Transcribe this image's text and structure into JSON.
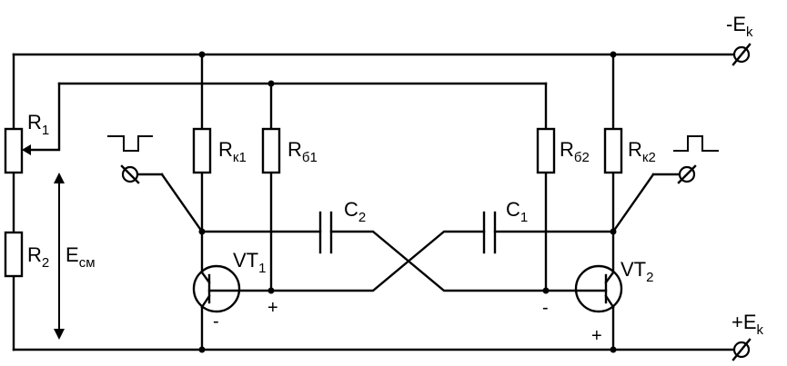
{
  "supply": {
    "neg_main": "-E",
    "neg_sub": "k",
    "pos_main": "+E",
    "pos_sub": "k"
  },
  "resistors": {
    "r1_main": "R",
    "r1_sub": "1",
    "r2_main": "R",
    "r2_sub": "2",
    "rk1_main": "R",
    "rk1_sub": "к1",
    "rb1_main": "R",
    "rb1_sub": "б1",
    "rb2_main": "R",
    "rb2_sub": "б2",
    "rk2_main": "R",
    "rk2_sub": "к2"
  },
  "capacitors": {
    "c1_main": "C",
    "c1_sub": "1",
    "c2_main": "C",
    "c2_sub": "2"
  },
  "transistors": {
    "vt1_main": "VT",
    "vt1_sub": "1",
    "vt2_main": "VT",
    "vt2_sub": "2"
  },
  "bias": {
    "main": "E",
    "sub": "см"
  },
  "polarity": {
    "c2_plus": "+",
    "c1_minus": "-",
    "vt1_minus": "-",
    "vt2_plus": "+"
  }
}
